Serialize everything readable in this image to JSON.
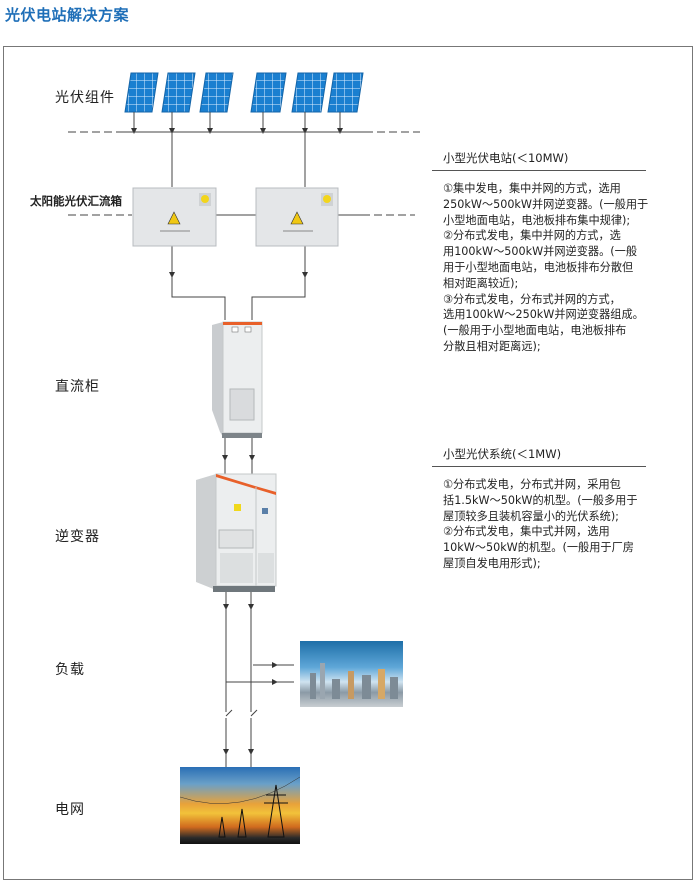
{
  "page_title": "光伏电站解决方案",
  "labels": {
    "pv_modules": "光伏组件",
    "combiner_box": "太阳能光伏汇流箱",
    "dc_cabinet": "直流柜",
    "inverter": "逆变器",
    "load": "负载",
    "grid": "电网"
  },
  "sections": [
    {
      "heading": "小型光伏电站(＜10MW)",
      "lines": [
        "①集中发电，集中并网的方式，选用",
        "250kW～500kW并网逆变器。(一般用于",
        "小型地面电站，电池板排布集中规律);",
        "②分布式发电，集中并网的方式，选",
        "用100kW～500kW并网逆变器。(一般",
        "用于小型地面电站，电池板排布分散但",
        "相对距离较近);",
        "③分布式发电，分布式并网的方式，",
        "选用100kW～250kW并网逆变器组成。",
        "(一般用于小型地面电站，电池板排布",
        "分散且相对距离远);"
      ]
    },
    {
      "heading": "小型光伏系统(＜1MW)",
      "lines": [
        "①分布式发电，分布式并网，采用包",
        "括1.5kW～50kW的机型。(一般多用于",
        "屋顶较多且装机容量小的光伏系统);",
        "②分布式发电，集中式并网，选用",
        "10kW～50kW的机型。(一般用于厂房",
        "屋顶自发电用形式);"
      ]
    }
  ],
  "colors": {
    "title": "#1f6fb8",
    "panel": "#1a7fd0",
    "cabinet_accent": "#e8602a"
  }
}
